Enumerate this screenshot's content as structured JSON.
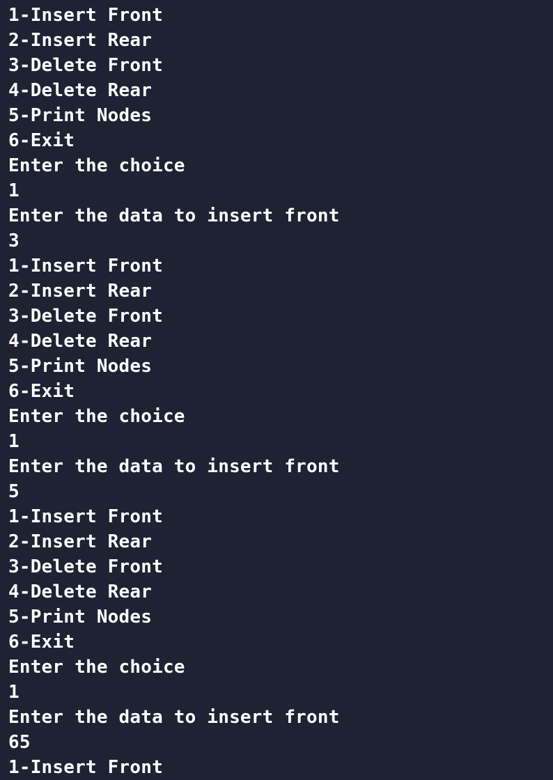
{
  "terminal": {
    "lines": [
      "1-Insert Front",
      "2-Insert Rear",
      "3-Delete Front",
      "4-Delete Rear",
      "5-Print Nodes",
      "6-Exit",
      "Enter the choice",
      "1",
      "Enter the data to insert front",
      "3",
      "1-Insert Front",
      "2-Insert Rear",
      "3-Delete Front",
      "4-Delete Rear",
      "5-Print Nodes",
      "6-Exit",
      "Enter the choice",
      "1",
      "Enter the data to insert front",
      "5",
      "1-Insert Front",
      "2-Insert Rear",
      "3-Delete Front",
      "4-Delete Rear",
      "5-Print Nodes",
      "6-Exit",
      "Enter the choice",
      "1",
      "Enter the data to insert front",
      "65",
      "1-Insert Front"
    ]
  }
}
